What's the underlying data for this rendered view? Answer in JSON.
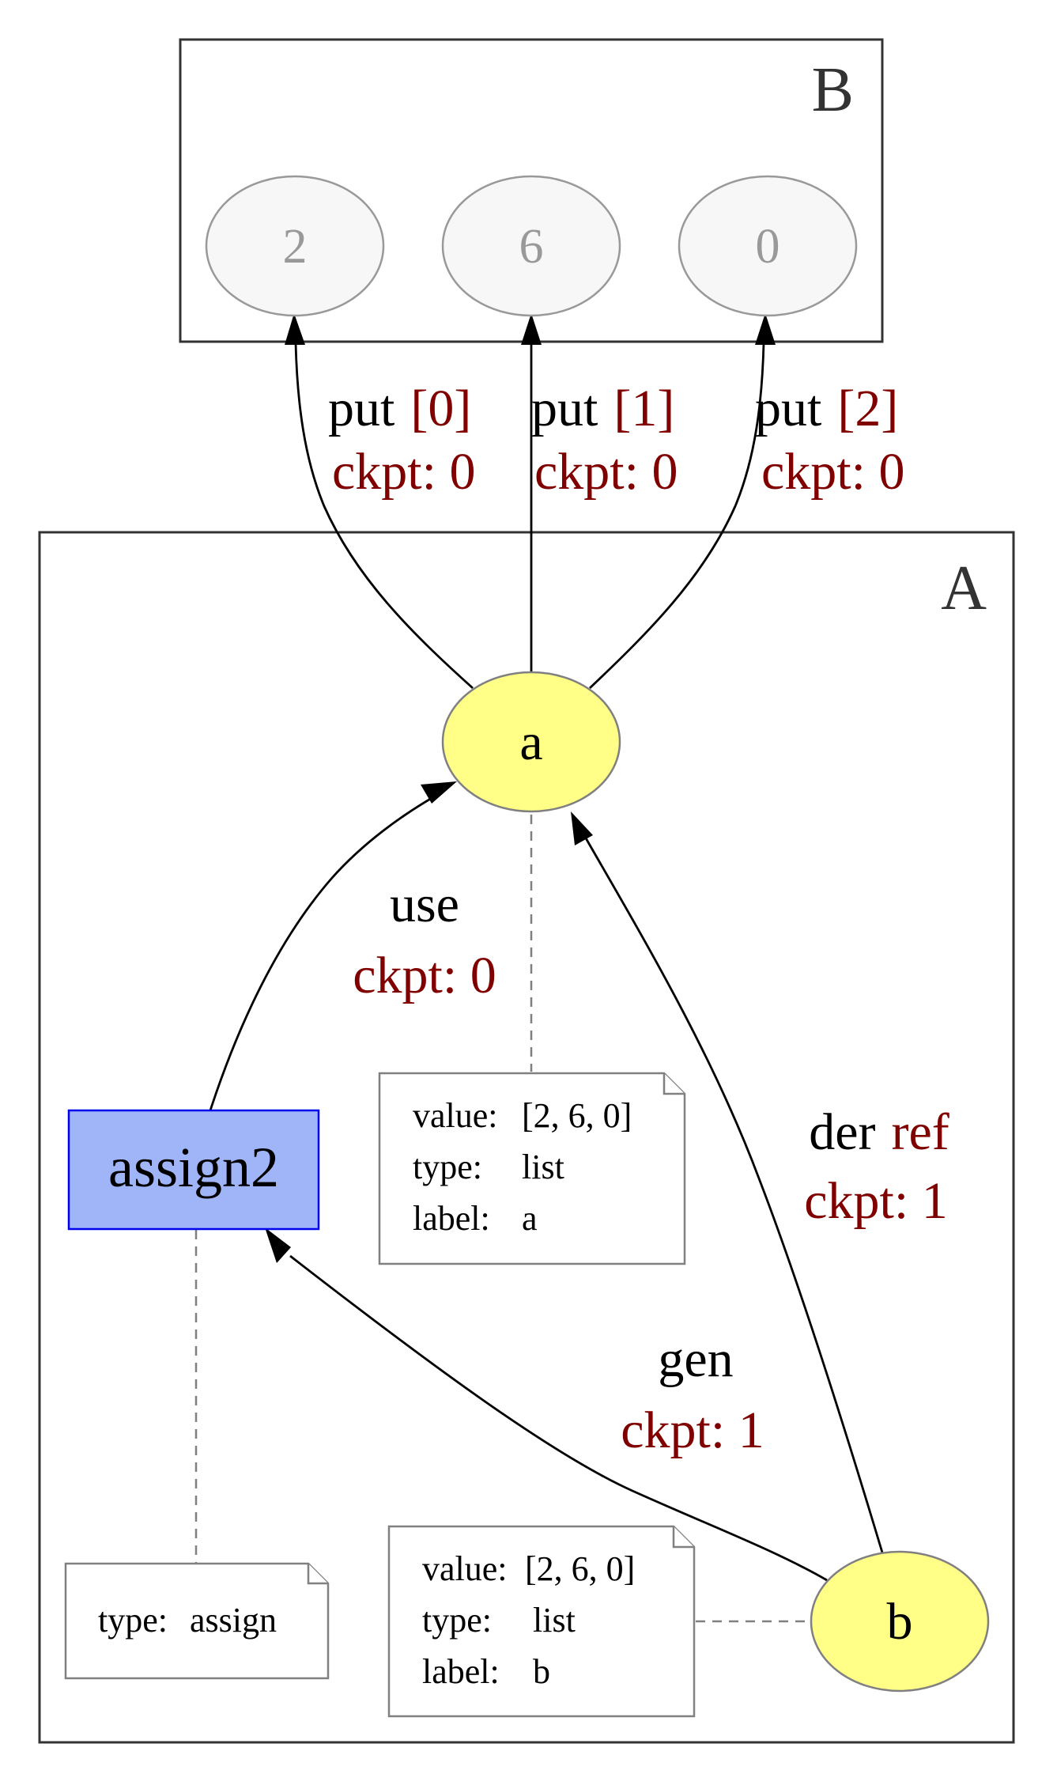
{
  "colors": {
    "edge_label": "#000000",
    "edge_attr": "#800000",
    "variable_node_fill": "#ffff88",
    "operation_node_fill": "#a0b4f8",
    "operation_node_border": "#0000ee",
    "ghost_node_fill": "#f7f7f7",
    "ghost_node_text": "#999999"
  },
  "clusters": {
    "b": "B",
    "a": "A"
  },
  "nodes": {
    "ghost_2": "2",
    "ghost_6": "6",
    "ghost_0": "0",
    "a": "a",
    "assign2": "assign2",
    "b": "b"
  },
  "edges": {
    "put0": {
      "label": "put",
      "index": "[0]",
      "ckpt": "ckpt: 0"
    },
    "put1": {
      "label": "put",
      "index": "[1]",
      "ckpt": "ckpt: 0"
    },
    "put2": {
      "label": "put",
      "index": "[2]",
      "ckpt": "ckpt: 0"
    },
    "use": {
      "label": "use",
      "ckpt": "ckpt: 0"
    },
    "der": {
      "label": "der",
      "kind": "ref",
      "ckpt": "ckpt: 1"
    },
    "gen": {
      "label": "gen",
      "ckpt": "ckpt: 1"
    }
  },
  "notes": {
    "a": {
      "value_key": "value:",
      "value": "[2, 6, 0]",
      "type_key": "type:",
      "type": "list",
      "label_key": "label:",
      "label": "a"
    },
    "assign2": {
      "type_key": "type:",
      "type": "assign"
    },
    "b": {
      "value_key": "value:",
      "value": "[2, 6, 0]",
      "type_key": "type:",
      "type": "list",
      "label_key": "label:",
      "label": "b"
    }
  }
}
